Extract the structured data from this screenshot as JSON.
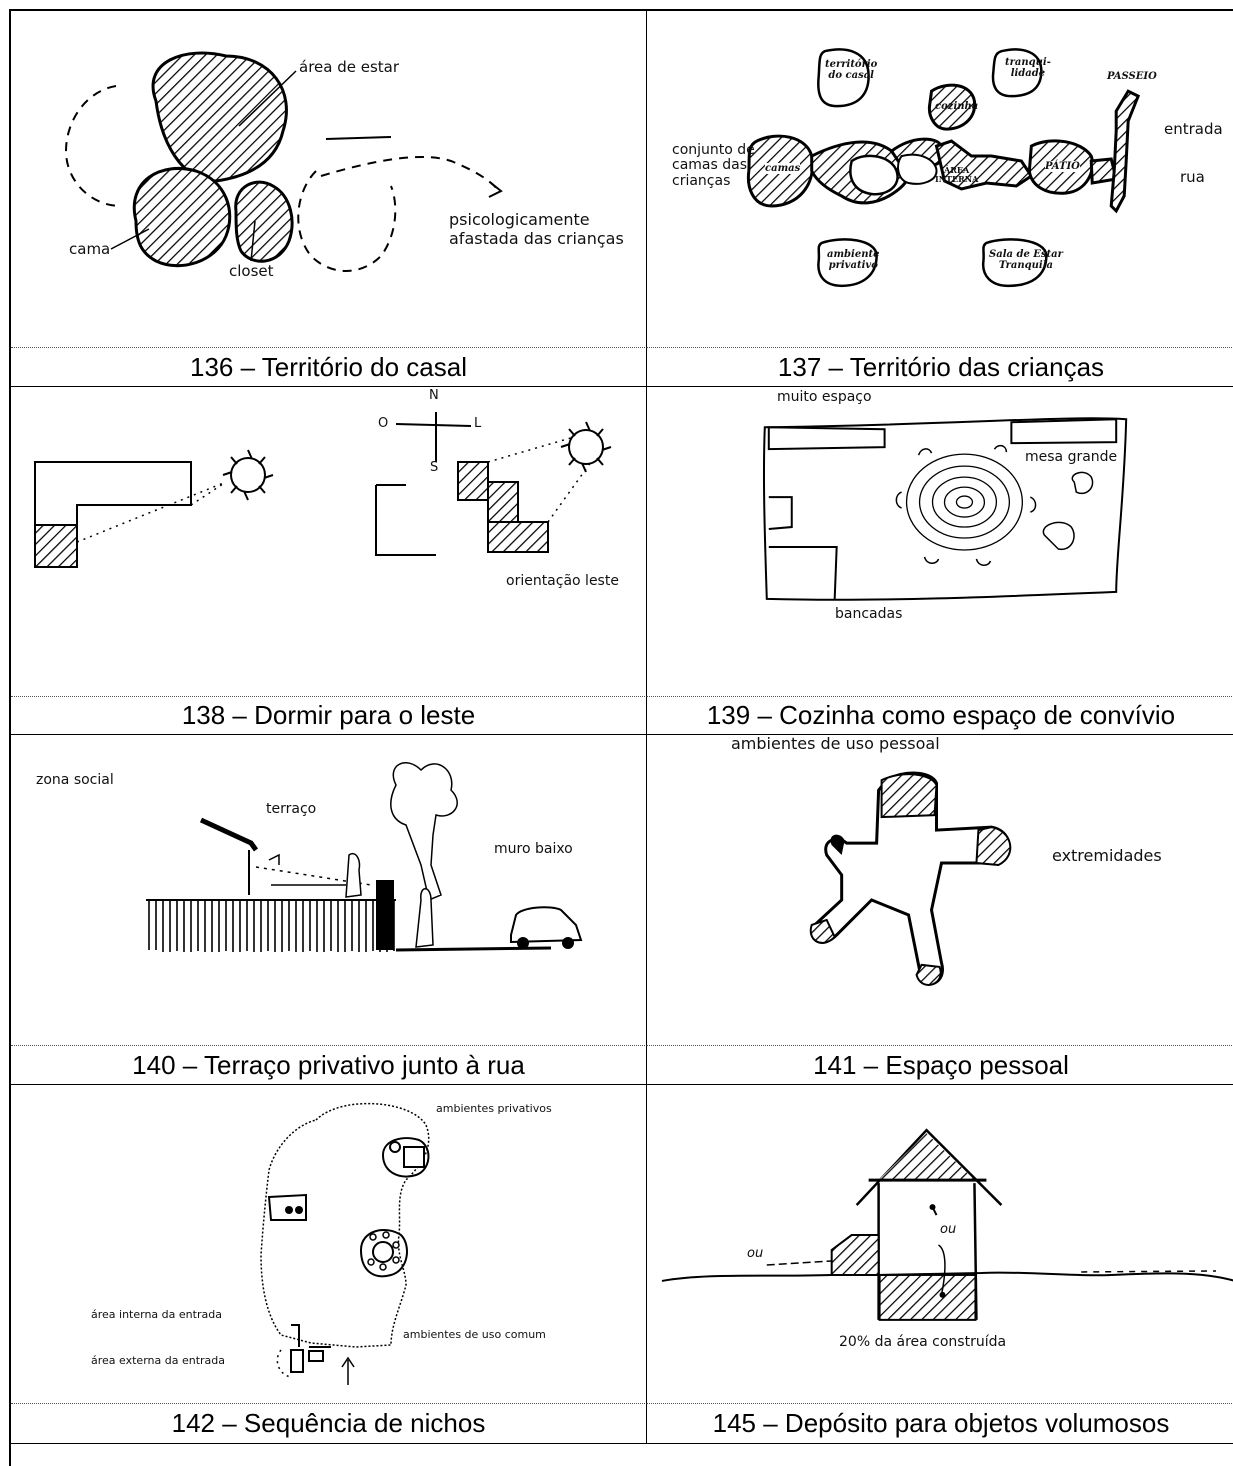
{
  "panels": [
    {
      "caption": "136 – Território do casal",
      "labels": {
        "area_estar": "área de estar",
        "cama": "cama",
        "closet": "closet",
        "psico1": "psicologicamente",
        "psico2": "afastada das crianças"
      }
    },
    {
      "caption": "137 – Território das crianças",
      "labels": {
        "territorio1": "território",
        "territorio2": "do casal",
        "tranqui1": "tranqui-",
        "tranqui2": "lidade",
        "passeio": "PASSEIO",
        "cozinha": "cozinha",
        "entrada": "entrada",
        "rua": "rua",
        "conjunto1": "conjunto de",
        "conjunto2": "camas das",
        "conjunto3": "crianças",
        "camas": "camas",
        "area1": "ÁREA",
        "area2": "INTERNA",
        "patio": "PÁTIO",
        "ambiente1": "ambiente",
        "ambiente2": "privativo",
        "sala1": "Sala de Estar",
        "sala2": "Tranquila"
      }
    },
    {
      "caption": "138 – Dormir para o leste",
      "labels": {
        "n": "N",
        "o": "O",
        "l": "L",
        "s": "S",
        "orientacao": "orientação leste"
      }
    },
    {
      "caption": "139 – Cozinha como espaço de convívio",
      "labels": {
        "muito": "muito espaço",
        "mesa": "mesa grande",
        "bancadas": "bancadas"
      }
    },
    {
      "caption": "140 – Terraço privativo junto à rua",
      "labels": {
        "zona": "zona social",
        "terraco": "terraço",
        "muro": "muro baixo"
      }
    },
    {
      "caption": "141 – Espaço pessoal",
      "labels": {
        "ambientes": "ambientes de uso pessoal",
        "extremidades": "extremidades"
      }
    },
    {
      "caption": "142 – Sequência de nichos",
      "labels": {
        "privativos": "ambientes privativos",
        "interna": "área interna da entrada",
        "comum": "ambientes de uso comum",
        "externa": "área externa da entrada"
      }
    },
    {
      "caption": "145 – Depósito para objetos volumosos",
      "labels": {
        "ou1": "ou",
        "ou2": "ou",
        "vinte": "20% da área construída"
      }
    }
  ]
}
